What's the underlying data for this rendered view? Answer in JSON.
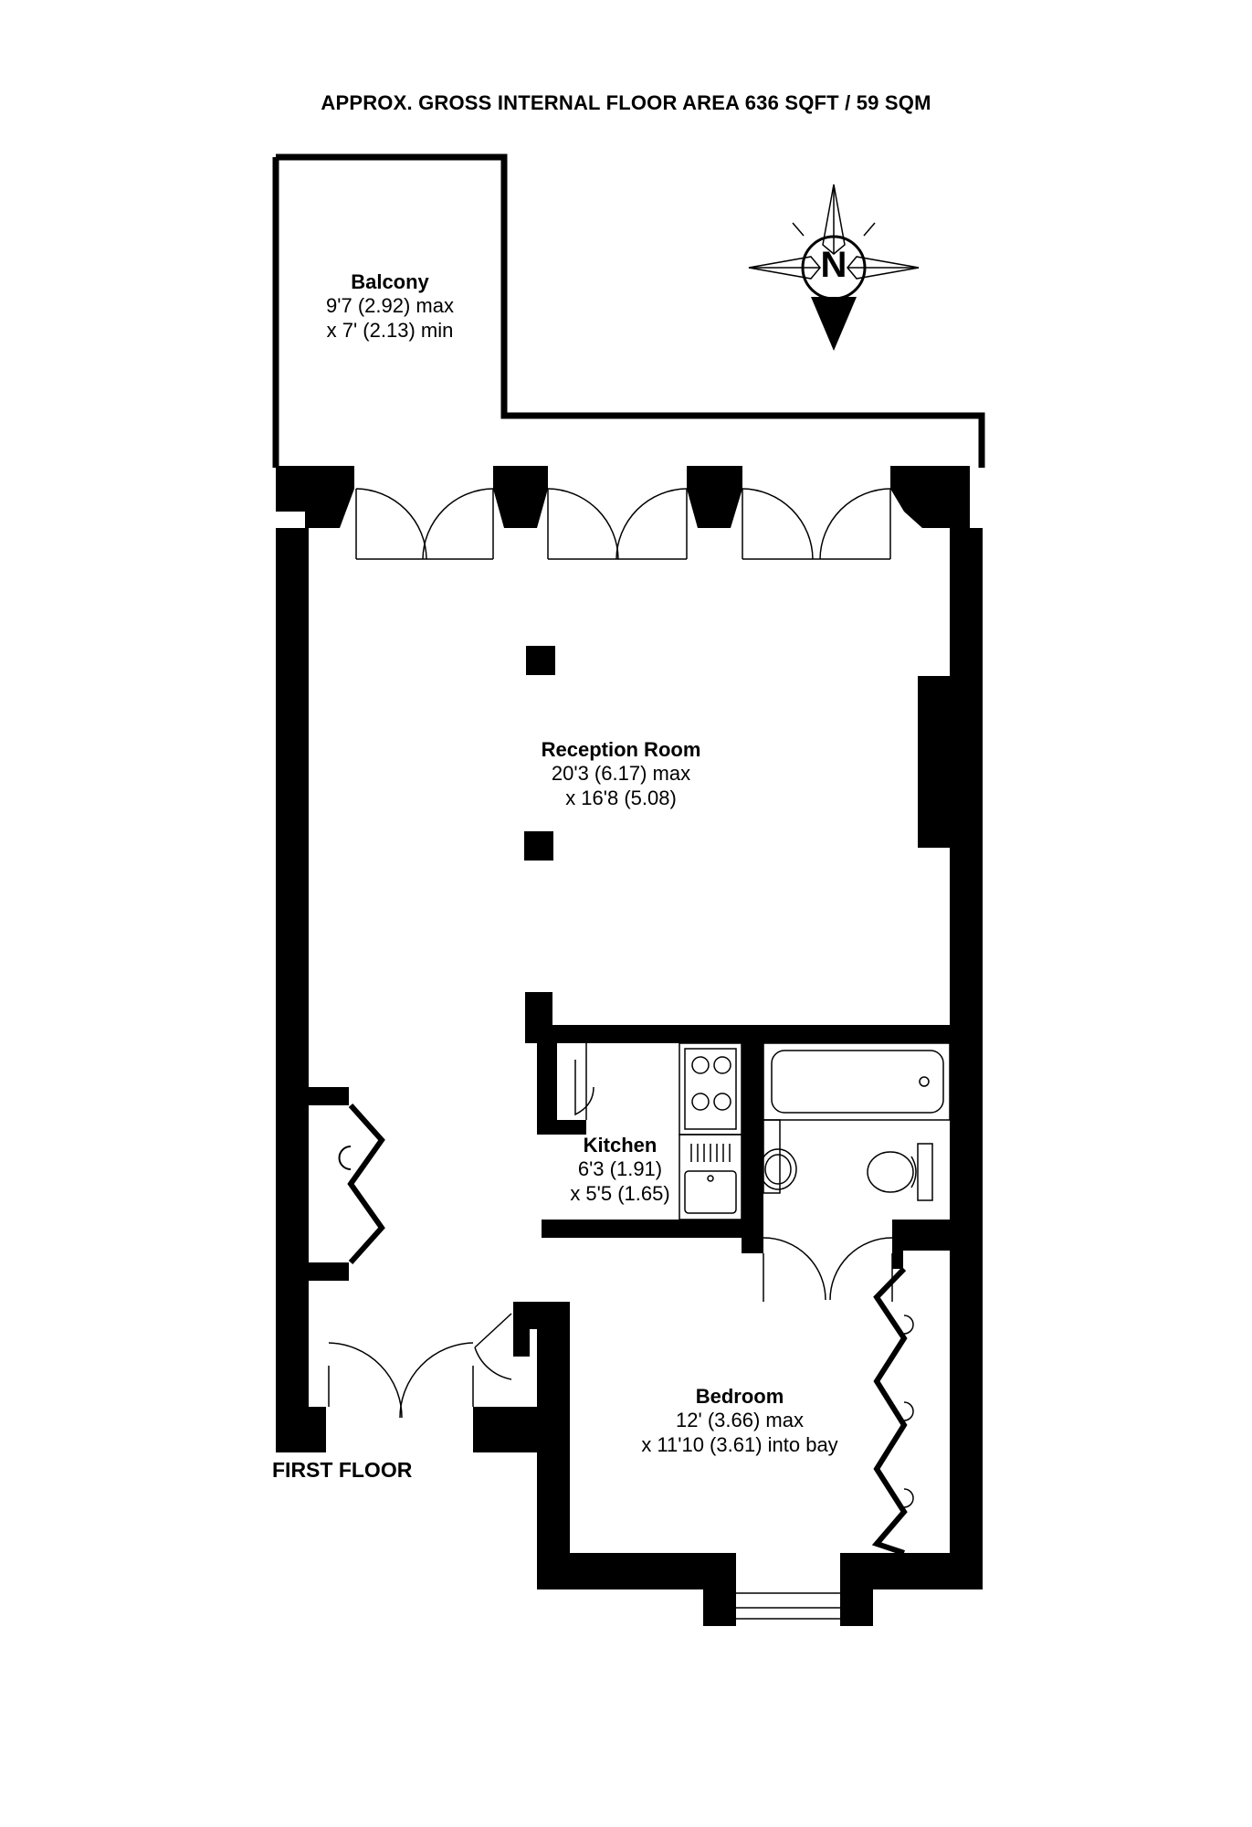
{
  "area_title": "APPROX. GROSS INTERNAL FLOOR AREA 636 SQFT / 59 SQM",
  "floor_name": "FIRST FLOOR",
  "compass": {
    "letter": "N"
  },
  "rooms": {
    "balcony": {
      "name": "Balcony",
      "dim1": "9'7 (2.92) max",
      "dim2": "x 7' (2.13) min"
    },
    "reception": {
      "name": "Reception Room",
      "dim1": "20'3 (6.17) max",
      "dim2": "x 16'8 (5.08)"
    },
    "kitchen": {
      "name": "Kitchen",
      "dim1": "6'3 (1.91)",
      "dim2": "x 5'5 (1.65)"
    },
    "bedroom": {
      "name": "Bedroom",
      "dim1": "12' (3.66) max",
      "dim2": "x 11'10 (3.61) into bay"
    }
  }
}
